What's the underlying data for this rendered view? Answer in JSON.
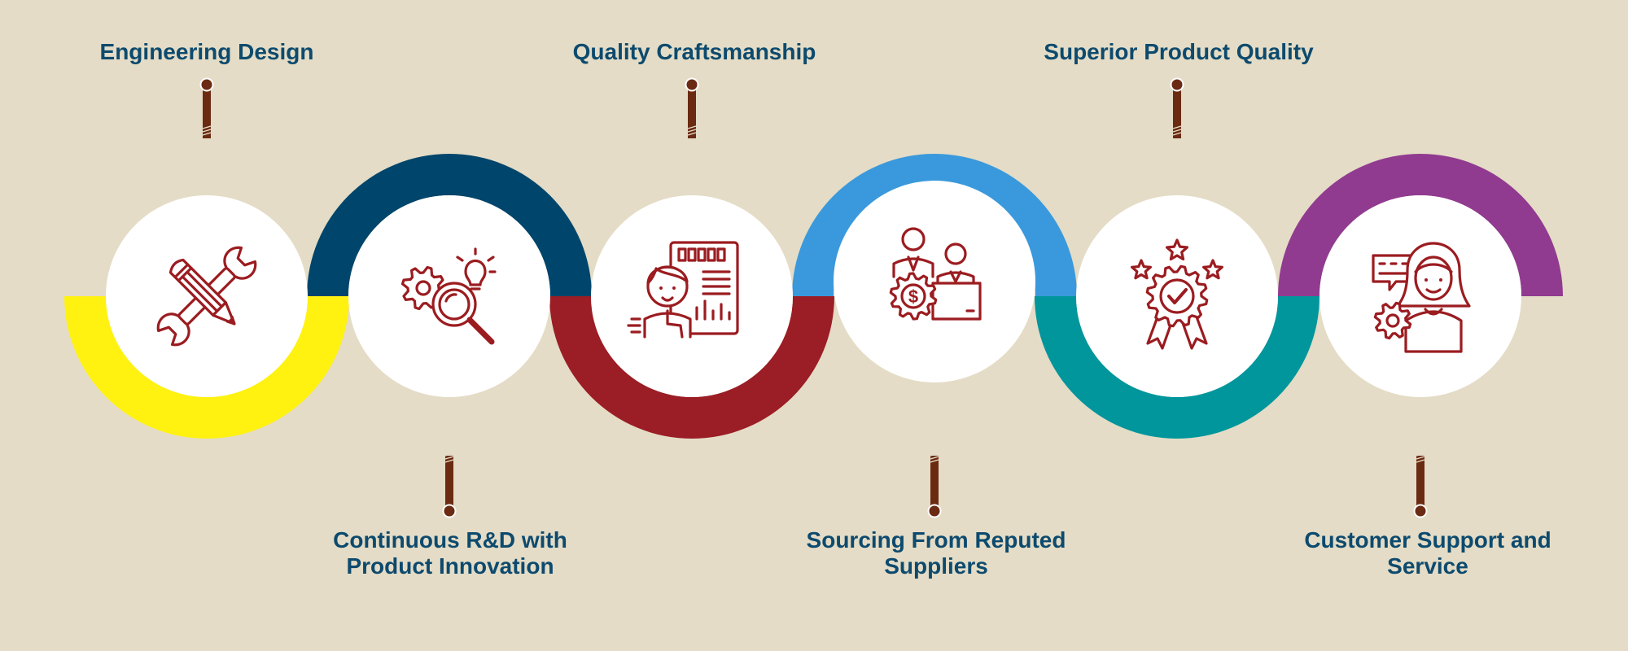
{
  "background": "#e4dcc6",
  "label_color": "#0d4a6e",
  "icon_color": "#9b1c20",
  "stem_color": "#6b2a12",
  "steps": [
    {
      "label": "Engineering Design",
      "position": "top",
      "arc_color": "#fff210",
      "icon": "wrench-pencil-icon"
    },
    {
      "label": "Continuous R&D with\nProduct Innovation",
      "position": "bottom",
      "arc_color": "#00456b",
      "icon": "gear-magnifier-bulb-icon"
    },
    {
      "label": "Quality Craftsmanship",
      "position": "top",
      "arc_color": "#9b1d25",
      "icon": "craftsman-dashboard-icon"
    },
    {
      "label": "Sourcing From Reputed\nSuppliers",
      "position": "bottom",
      "arc_color": "#3a99dc",
      "icon": "supplier-meeting-icon"
    },
    {
      "label": "Superior Product Quality",
      "position": "top",
      "arc_color": "#00969c",
      "icon": "quality-badge-stars-icon"
    },
    {
      "label": "Customer Support and\nService",
      "position": "bottom",
      "arc_color": "#903b90",
      "icon": "customer-support-icon"
    }
  ]
}
